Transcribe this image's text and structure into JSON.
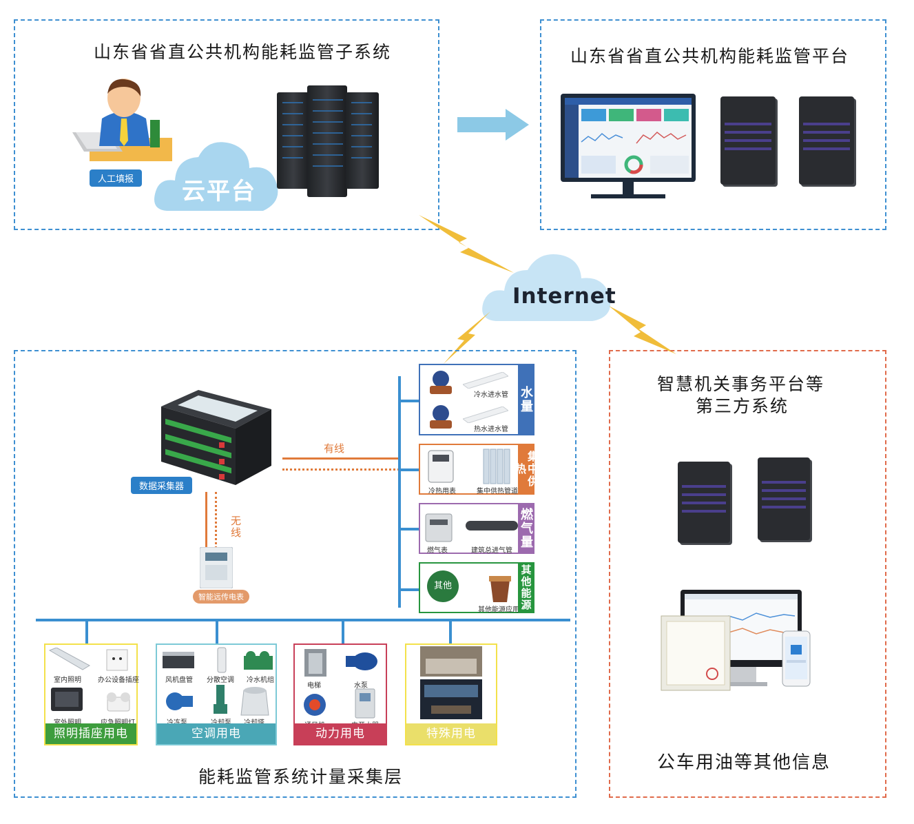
{
  "subsystem": {
    "title": "山东省省直公共机构能耗监管子系统",
    "manual_label": "人工填报",
    "cloud_label": "云平台"
  },
  "platform": {
    "title": "山东省省直公共机构能耗监管平台"
  },
  "internet": {
    "label": "Internet"
  },
  "third_party": {
    "title_line1": "智慧机关事务平台等",
    "title_line2": "第三方系统",
    "bottom_text": "公车用油等其他信息"
  },
  "collection": {
    "title": "能耗监管系统计量采集层",
    "collector_label": "数据采集器",
    "wired_label": "有线",
    "wireless_label": "无线",
    "meter_label": "智能远传电表"
  },
  "energy_types": [
    {
      "name": "水量",
      "color": "#3f71b8",
      "items": [
        "冷水进水管",
        "热水进水管"
      ]
    },
    {
      "name": "集中供热",
      "color": "#e07a3a",
      "items": [
        "冷热用表",
        "集中供热管道"
      ]
    },
    {
      "name": "燃气量",
      "color": "#9c6aae",
      "items": [
        "燃气表",
        "建筑总进气管"
      ]
    },
    {
      "name": "其他能源",
      "color": "#27953e",
      "items": [
        "其他",
        "其他能源应用"
      ]
    }
  ],
  "groups": [
    {
      "name": "照明插座用电",
      "color": "#f3e14a",
      "foot": "#3d9d3d",
      "items": [
        "室内照明",
        "办公设备插座",
        "室外照明",
        "应急照明灯"
      ]
    },
    {
      "name": "空调用电",
      "color": "#7cc9d6",
      "foot": "#4aa7b6",
      "items": [
        "风机盘管",
        "分散空调",
        "冷水机组",
        "冷冻泵",
        "冷却泵",
        "冷却塔"
      ]
    },
    {
      "name": "动力用电",
      "color": "#c83f58",
      "foot": "#c83f58",
      "items": [
        "电梯",
        "水泵",
        "通风机",
        "电开水器"
      ]
    },
    {
      "name": "特殊用电",
      "color": "#f3e14a",
      "foot": "#eadf6a",
      "items": []
    }
  ]
}
